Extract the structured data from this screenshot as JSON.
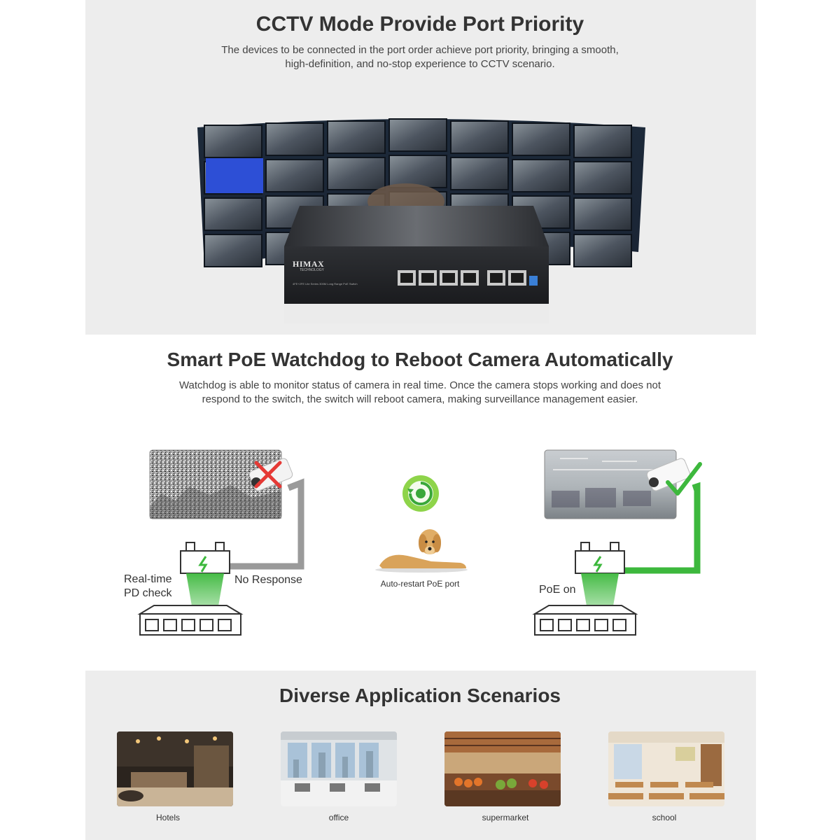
{
  "section_cctv": {
    "title": "CCTV Mode Provide Port Priority",
    "subtitle_line1": "The devices to be connected in the port order achieve port priority, bringing a smooth,",
    "subtitle_line2": "high-definition, and no-stop experience to CCTV scenario.",
    "switch": {
      "brand": "HIMAX",
      "brand_sub": "TECHNOLOGY",
      "model_text": "4FE+2FE Lite Series 300M Long Range PoE Switch"
    }
  },
  "section_watchdog": {
    "title": "Smart PoE Watchdog to Reboot Camera Automatically",
    "subtitle_line1": "Watchdog is able to monitor status of camera in real time. Once the camera stops working and does not",
    "subtitle_line2": "respond to the switch, the switch will reboot camera, making surveillance management easier.",
    "left": {
      "check_line1": "Real-time",
      "check_line2": "PD check",
      "status": "No Response"
    },
    "center": {
      "caption": "Auto-restart PoE port"
    },
    "right": {
      "status": "PoE on"
    },
    "colors": {
      "ok": "#3db83d",
      "fail": "#e53935",
      "cable_fail": "#9a9a9a"
    }
  },
  "section_scenarios": {
    "title": "Diverse Application Scenarios",
    "items": [
      {
        "label": "Hotels",
        "icon": "hotel-lobby-photo"
      },
      {
        "label": "office",
        "icon": "office-photo"
      },
      {
        "label": "supermarket",
        "icon": "supermarket-photo"
      },
      {
        "label": "school",
        "icon": "classroom-photo"
      }
    ]
  }
}
